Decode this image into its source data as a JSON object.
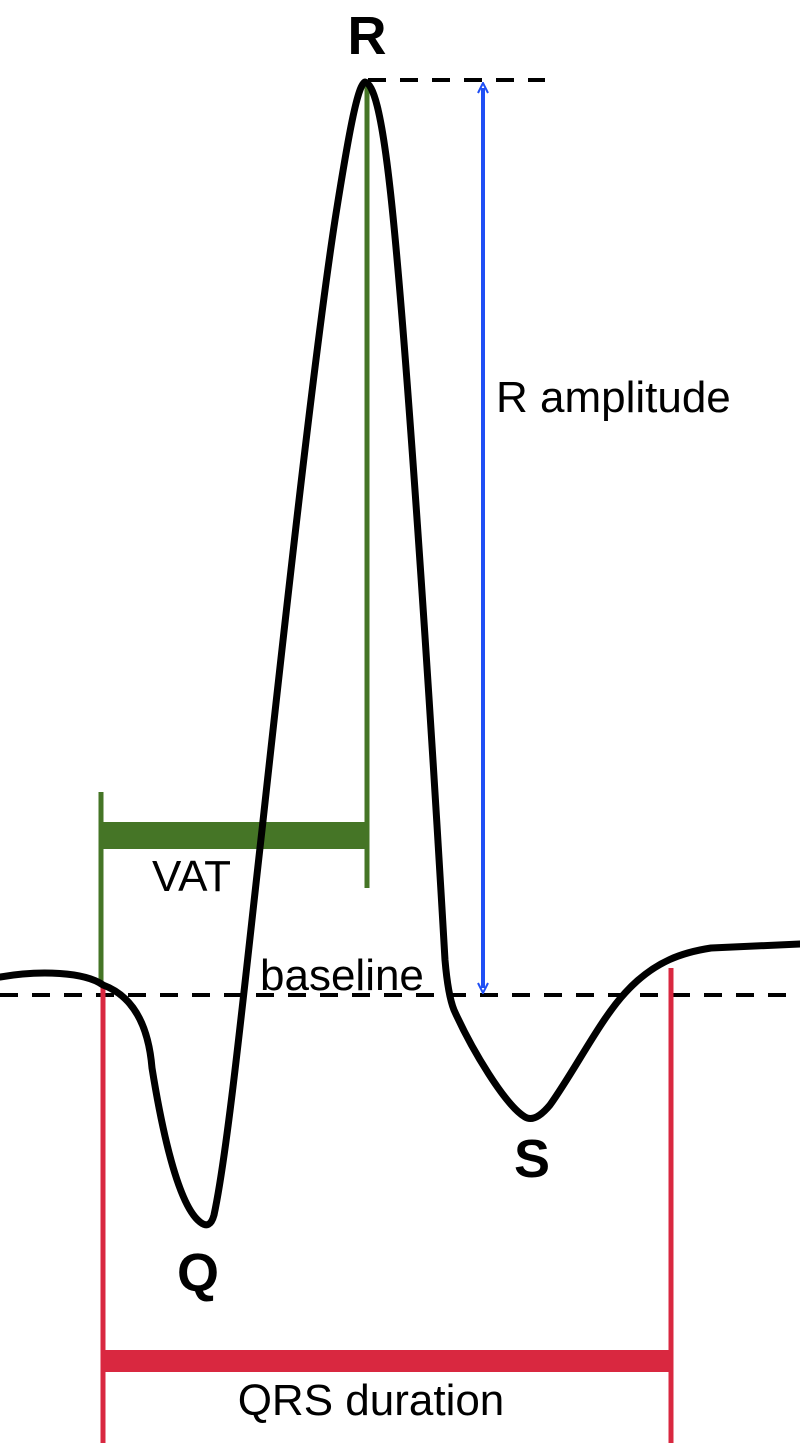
{
  "labels": {
    "r": "R",
    "q": "Q",
    "s": "S",
    "r_amplitude": "R amplitude",
    "vat": "VAT",
    "baseline": "baseline",
    "qrs_duration": "QRS duration"
  },
  "colors": {
    "waveform": "#000000",
    "vat": "#457526",
    "r_amplitude": "#1f4ff5",
    "qrs_duration": "#d92840",
    "baseline": "#000000",
    "background": "#ffffff"
  }
}
